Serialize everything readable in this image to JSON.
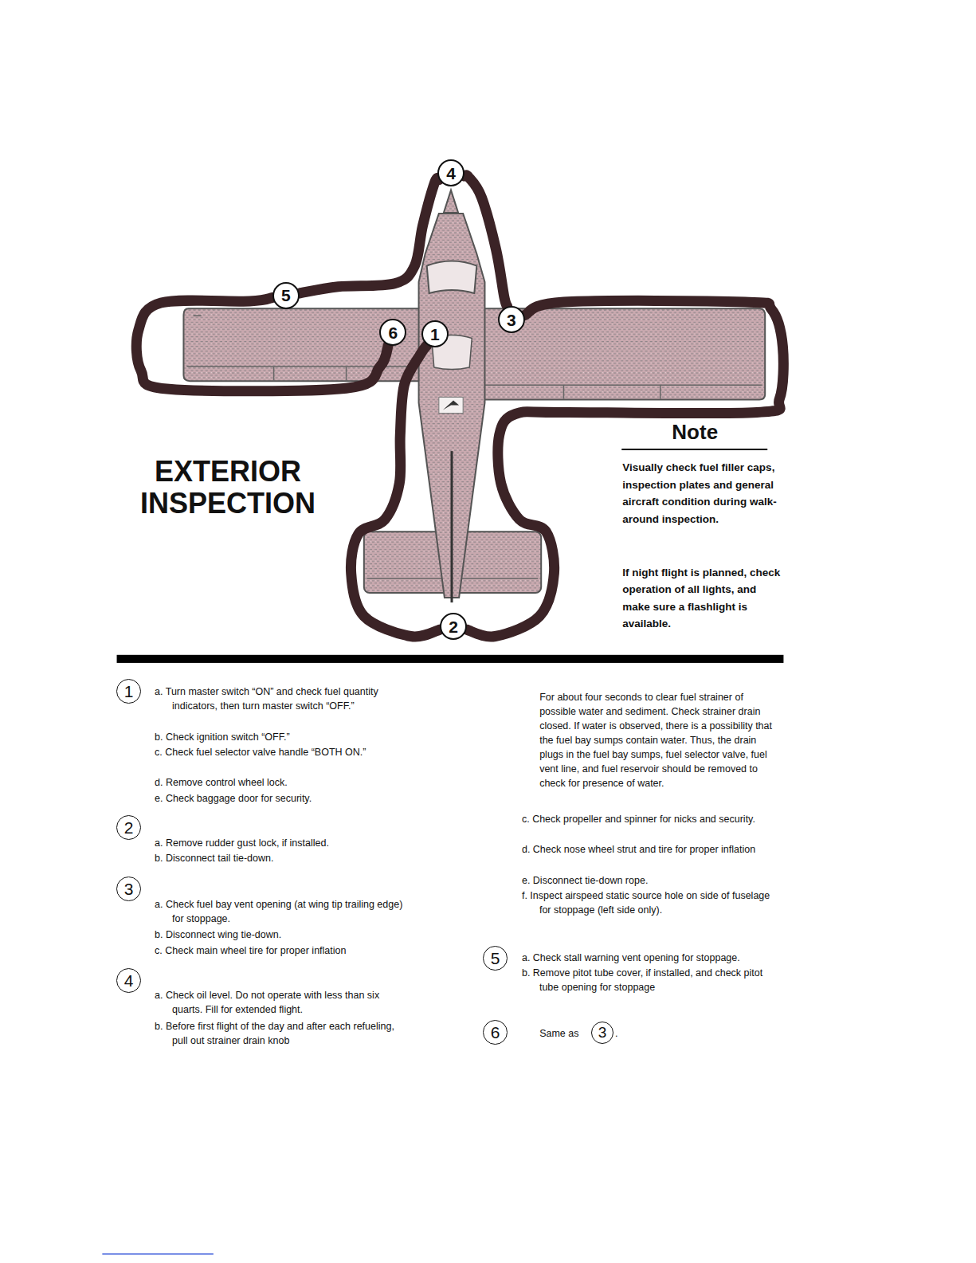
{
  "diagram": {
    "title": "EXTERIOR INSPECTION",
    "nodes": [
      {
        "text": [
          "1"
        ]
      },
      {
        "text": [
          "2"
        ]
      },
      {
        "text": [
          "3"
        ]
      },
      {
        "text": [
          "4"
        ]
      },
      {
        "text": [
          "5"
        ]
      },
      {
        "text": [
          "6"
        ]
      },
      {
        "text": [
          "1"
        ]
      },
      {
        "text": [
          "2"
        ]
      },
      {
        "text": [
          "3"
        ]
      },
      {
        "text": [
          "4"
        ]
      },
      {
        "text": [
          "5"
        ]
      },
      {
        "text": [
          "6"
        ]
      },
      {
        "text": [
          "3"
        ]
      }
    ],
    "edges": [
      {
        "from": 0,
        "to": 1,
        "arrow": "none"
      },
      {
        "from": 1,
        "to": 2,
        "arrow": "none"
      },
      {
        "from": 2,
        "to": 3,
        "arrow": "none"
      },
      {
        "from": 3,
        "to": 4,
        "arrow": "none"
      },
      {
        "from": 4,
        "to": 5,
        "arrow": "none"
      }
    ],
    "labels": [
      "Note",
      "Visually check fuel filler caps, inspection plates and general aircraft condition during walk-around inspection.",
      "If night flight is planned, check operation of all lights, and make sure a flashlight is available.",
      "a. Turn master switch “ON” and check fuel quantity indicators, then turn master switch “OFF.”",
      "b. Check ignition switch “OFF.”",
      "c. Check fuel selector valve handle “BOTH ON.”",
      "d. Remove control wheel lock.",
      "e. Check baggage door for security.",
      "a. Remove rudder gust lock, if installed.",
      "b. Disconnect tail tie-down.",
      "a. Check fuel bay vent opening (at wing tip trailing edge) for stoppage.",
      "b. Disconnect wing tie-down.",
      "c. Check main wheel tire for proper inflation",
      "a. Check oil level. Do not operate with less than six quarts. Fill for extended flight.",
      "b. Before first flight of the day and after each refueling, pull out strainer drain knob",
      "For about four seconds to clear fuel strainer of possible water and sediment. Check strainer drain closed. If water is observed, there is a possibility that the fuel bay sumps contain water. Thus, the drain plugs in the fuel bay sumps, fuel selector valve, fuel vent line, and fuel reservoir should be removed to check for presence of water.",
      "c. Check propeller and spinner for nicks and security.",
      "d. Check nose wheel strut and tire for proper inflation",
      "e. Disconnect tie-down rope.",
      "f. Inspect airspeed static source hole on side of fuselage for stoppage (left side only).",
      "a. Check stall warning vent opening for stoppage.",
      "b. Remove pitot tube cover, if installed, and check pitot tube opening for stoppage",
      "Same as",
      "."
    ]
  }
}
